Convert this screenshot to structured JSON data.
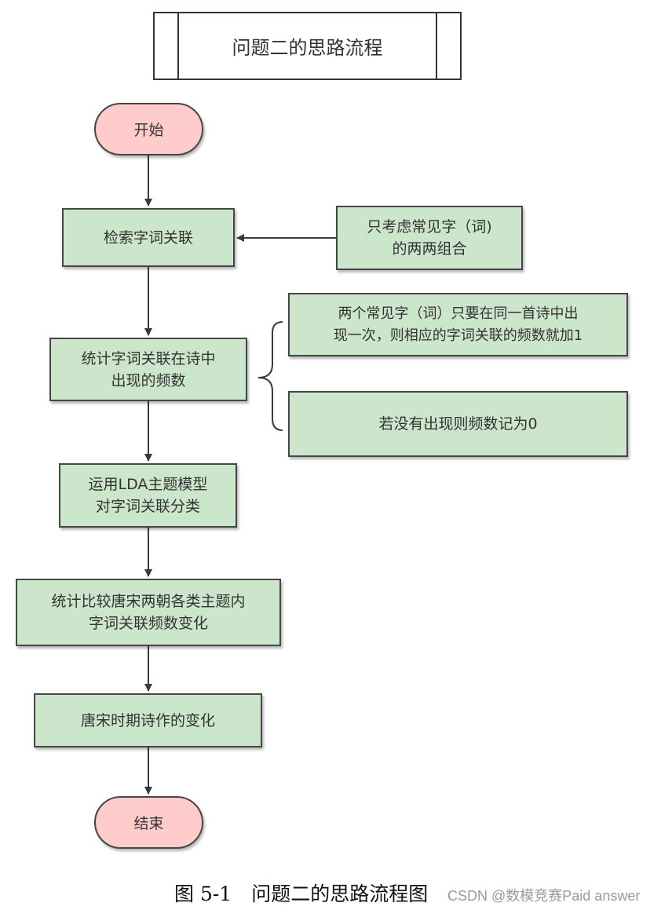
{
  "header": {
    "title": "问题二的思路流程"
  },
  "flow": {
    "start": "开始",
    "steps": [
      {
        "lines": [
          "检索字词关联"
        ]
      },
      {
        "lines": [
          "统计字词关联在诗中",
          "出现的频数"
        ]
      },
      {
        "lines": [
          "运用LDA主题模型",
          "对字词关联分类"
        ]
      },
      {
        "lines": [
          "统计比较唐宋两朝各类主题内",
          "字词关联频数变化"
        ]
      },
      {
        "lines": [
          "唐宋时期诗作的变化"
        ]
      }
    ],
    "end": "结束"
  },
  "notes": {
    "common_words": [
      "只考虑常见字（词)",
      "的两两组合"
    ],
    "rule_once": [
      "两个常见字（词）只要在同一首诗中出",
      "现一次，则相应的字词关联的频数就加1"
    ],
    "rule_none": [
      "若没有出现则频数记为0"
    ]
  },
  "caption": {
    "figure": "图 5-1　问题二的思路流程图",
    "watermark": "CSDN @数模竞赛Paid answer"
  },
  "colors": {
    "process_fill": "#cce6cc",
    "terminal_fill": "#ffcccc",
    "stroke": "#464646"
  }
}
